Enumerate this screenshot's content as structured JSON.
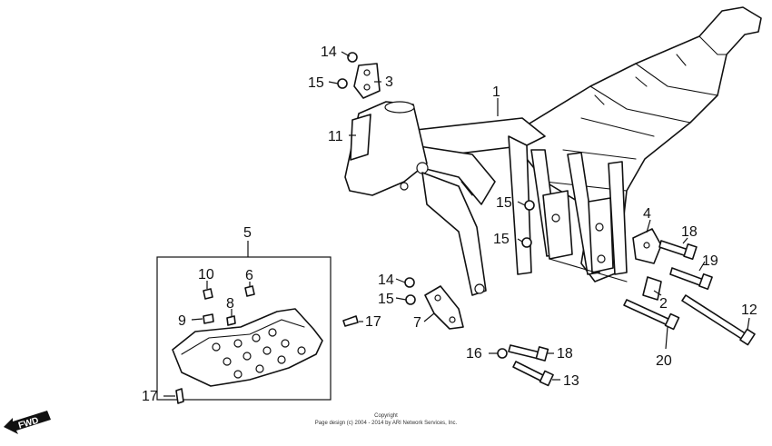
{
  "callouts": {
    "c1": "1",
    "c2": "2",
    "c3": "3",
    "c4": "4",
    "c5": "5",
    "c6": "6",
    "c7": "7",
    "c8": "8",
    "c9": "9",
    "c10": "10",
    "c11": "11",
    "c12": "12",
    "c13": "13",
    "c14a": "14",
    "c14b": "14",
    "c15a": "15",
    "c15b": "15",
    "c15c": "15",
    "c15d": "15",
    "c16": "16",
    "c17a": "17",
    "c17b": "17",
    "c18a": "18",
    "c18b": "18",
    "c19": "19",
    "c20": "20"
  },
  "copyright": {
    "line1": "Copyright",
    "line2": "Page design (c) 2004 - 2014 by ARI Network Services, Inc."
  },
  "fwd": {
    "label": "FWD"
  }
}
